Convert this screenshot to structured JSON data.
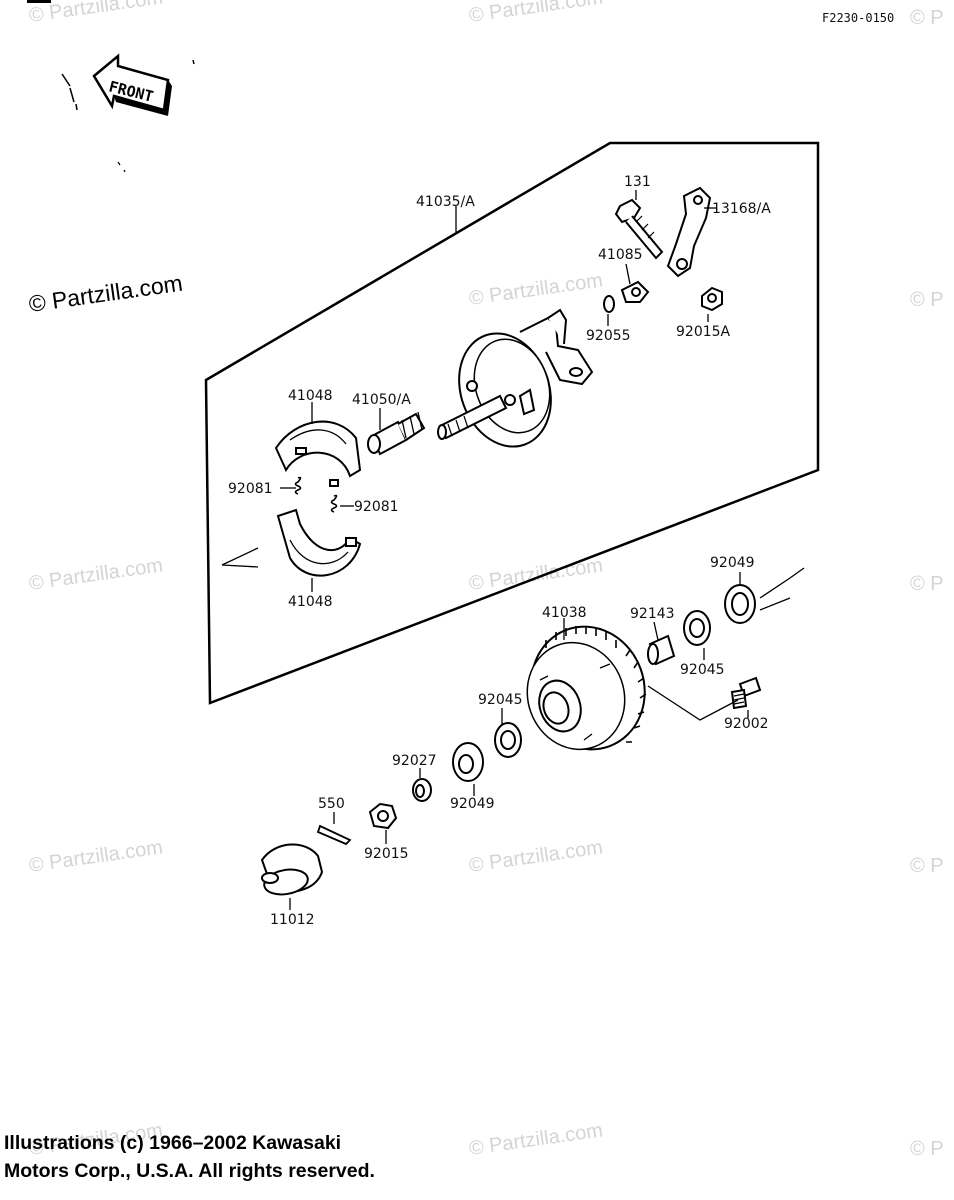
{
  "diagram_code": "F2230-0150",
  "front_label": "FRONT",
  "watermark": "© Partzilla.com",
  "watermark_partial": "© P",
  "copyright": {
    "line1": "Illustrations (c) 1966–2002 Kawasaki",
    "line2": "Motors Corp., U.S.A.  All rights reserved."
  },
  "parts": {
    "p41035": "41035/A",
    "p131": "131",
    "p13168": "13168/A",
    "p41085": "41085",
    "p92055": "92055",
    "p92015A": "92015A",
    "p41048_top": "41048",
    "p41050": "41050/A",
    "p92081_left": "92081",
    "p92081_right": "92081",
    "p41048_bottom": "41048",
    "p92049_top": "92049",
    "p41038": "41038",
    "p92143": "92143",
    "p92045_right": "92045",
    "p92002": "92002",
    "p92045_left": "92045",
    "p92027": "92027",
    "p92049_bottom": "92049",
    "p550": "550",
    "p92015": "92015",
    "p11012": "11012"
  }
}
